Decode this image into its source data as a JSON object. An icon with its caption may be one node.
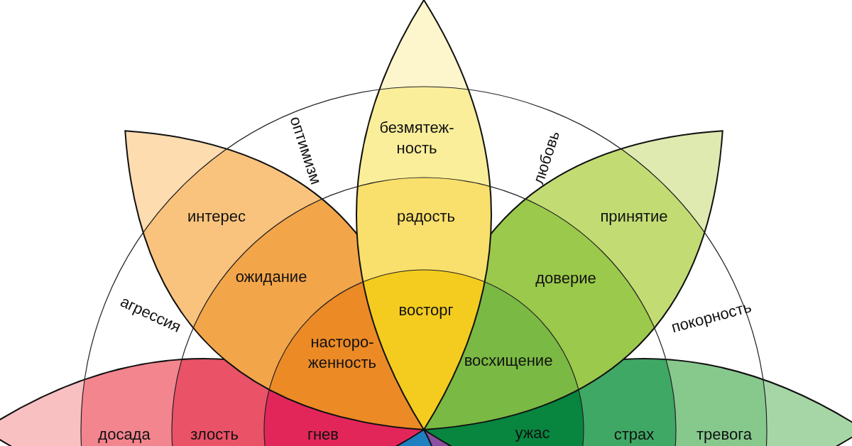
{
  "diagram": {
    "nodes": [
      {
        "text": [
          "безмятеж- ность"
        ]
      },
      {
        "text": [
          "радость"
        ]
      },
      {
        "text": [
          "интерес"
        ]
      },
      {
        "text": [
          "принятие"
        ]
      },
      {
        "text": [
          "ожидание"
        ]
      },
      {
        "text": [
          "доверие"
        ]
      },
      {
        "text": [
          "восторг"
        ]
      },
      {
        "text": [
          "насторо- женность"
        ]
      },
      {
        "text": [
          "восхищение"
        ]
      },
      {
        "text": [
          "досада"
        ]
      },
      {
        "text": [
          "злость"
        ]
      },
      {
        "text": [
          "гнев"
        ]
      },
      {
        "text": [
          "ужас"
        ]
      },
      {
        "text": [
          "страх"
        ]
      },
      {
        "text": [
          "тревога"
        ]
      }
    ],
    "edges": [],
    "labels": [
      "оптимизм",
      "любовь",
      "агрессия",
      "покорность"
    ]
  }
}
